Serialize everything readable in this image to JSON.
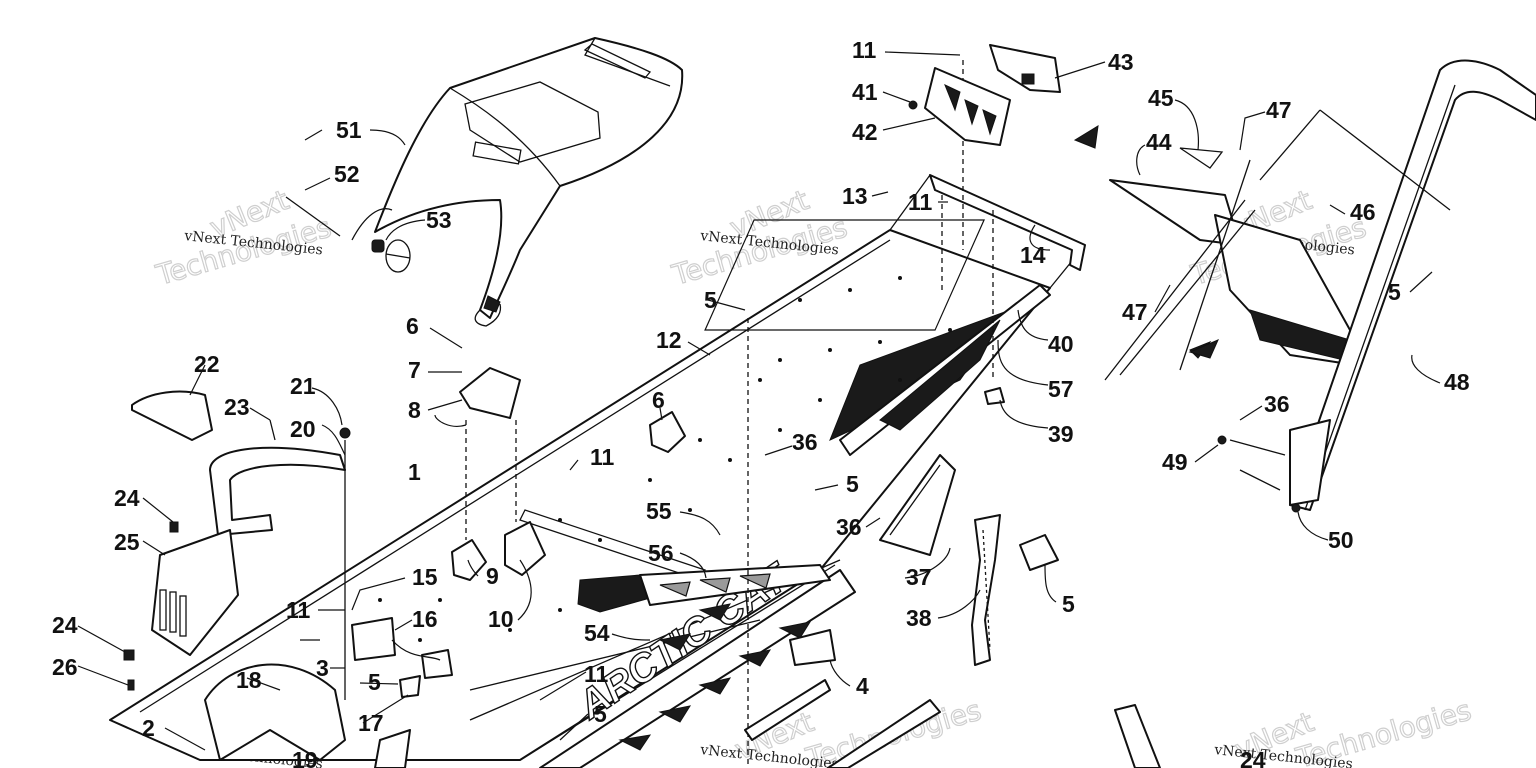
{
  "diagram": {
    "watermark_small": "vNext Technologies",
    "watermark_big_1": "vNext",
    "watermark_big_2": "Technologies",
    "decal_text": "ARCTIC CAT",
    "callouts": [
      {
        "id": "c1",
        "label": "1"
      },
      {
        "id": "c2",
        "label": "2"
      },
      {
        "id": "c3",
        "label": "3"
      },
      {
        "id": "c4",
        "label": "4"
      },
      {
        "id": "c5a",
        "label": "5"
      },
      {
        "id": "c5b",
        "label": "5"
      },
      {
        "id": "c5c",
        "label": "5"
      },
      {
        "id": "c5d",
        "label": "5"
      },
      {
        "id": "c5e",
        "label": "5"
      },
      {
        "id": "c5f",
        "label": "5"
      },
      {
        "id": "c6a",
        "label": "6"
      },
      {
        "id": "c6b",
        "label": "6"
      },
      {
        "id": "c7",
        "label": "7"
      },
      {
        "id": "c8",
        "label": "8"
      },
      {
        "id": "c9",
        "label": "9"
      },
      {
        "id": "c10",
        "label": "10"
      },
      {
        "id": "c11a",
        "label": "11"
      },
      {
        "id": "c11b",
        "label": "11"
      },
      {
        "id": "c11c",
        "label": "11"
      },
      {
        "id": "c11d",
        "label": "11"
      },
      {
        "id": "c11e",
        "label": "11"
      },
      {
        "id": "c12",
        "label": "12"
      },
      {
        "id": "c13",
        "label": "13"
      },
      {
        "id": "c14",
        "label": "14"
      },
      {
        "id": "c15",
        "label": "15"
      },
      {
        "id": "c16",
        "label": "16"
      },
      {
        "id": "c17",
        "label": "17"
      },
      {
        "id": "c18",
        "label": "18"
      },
      {
        "id": "c19",
        "label": "19"
      },
      {
        "id": "c20",
        "label": "20"
      },
      {
        "id": "c21",
        "label": "21"
      },
      {
        "id": "c22",
        "label": "22"
      },
      {
        "id": "c23",
        "label": "23"
      },
      {
        "id": "c24a",
        "label": "24"
      },
      {
        "id": "c24b",
        "label": "24"
      },
      {
        "id": "c24c",
        "label": "24"
      },
      {
        "id": "c25",
        "label": "25"
      },
      {
        "id": "c26",
        "label": "26"
      },
      {
        "id": "c36a",
        "label": "36"
      },
      {
        "id": "c36b",
        "label": "36"
      },
      {
        "id": "c36c",
        "label": "36"
      },
      {
        "id": "c37",
        "label": "37"
      },
      {
        "id": "c38",
        "label": "38"
      },
      {
        "id": "c39",
        "label": "39"
      },
      {
        "id": "c40",
        "label": "40"
      },
      {
        "id": "c41",
        "label": "41"
      },
      {
        "id": "c42",
        "label": "42"
      },
      {
        "id": "c43",
        "label": "43"
      },
      {
        "id": "c44",
        "label": "44"
      },
      {
        "id": "c45",
        "label": "45"
      },
      {
        "id": "c46",
        "label": "46"
      },
      {
        "id": "c47a",
        "label": "47"
      },
      {
        "id": "c47b",
        "label": "47"
      },
      {
        "id": "c48",
        "label": "48"
      },
      {
        "id": "c49",
        "label": "49"
      },
      {
        "id": "c50",
        "label": "50"
      },
      {
        "id": "c51",
        "label": "51"
      },
      {
        "id": "c52",
        "label": "52"
      },
      {
        "id": "c53",
        "label": "53"
      },
      {
        "id": "c54",
        "label": "54"
      },
      {
        "id": "c55",
        "label": "55"
      },
      {
        "id": "c56",
        "label": "56"
      },
      {
        "id": "c57",
        "label": "57"
      }
    ]
  }
}
